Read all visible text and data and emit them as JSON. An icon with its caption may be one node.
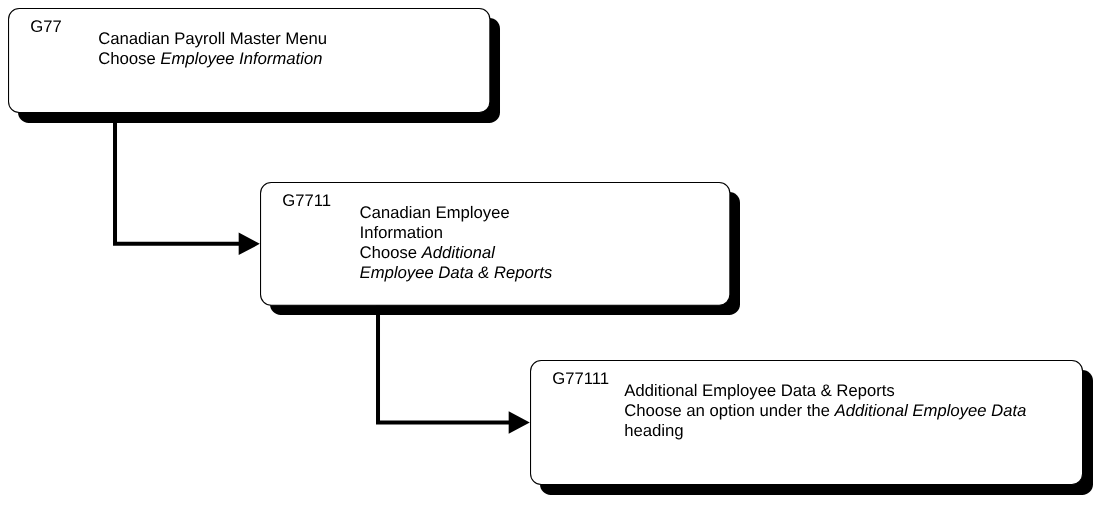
{
  "diagram": {
    "nodes": [
      {
        "text": [
          "G77",
          "Canadian Payroll Master Menu",
          "Choose *Employee Information*"
        ]
      },
      {
        "text": [
          "G7711",
          "Canadian Employee Information",
          "Choose *Additional Employee Data & Reports*"
        ]
      },
      {
        "text": [
          "G77111",
          "Additional Employee Data & Reports",
          "Choose an option under the *Additional Employee Data* heading"
        ]
      }
    ],
    "edges": [
      {
        "from": 0,
        "to": 1,
        "arrow": "to"
      },
      {
        "from": 1,
        "to": 2,
        "arrow": "to"
      }
    ]
  }
}
